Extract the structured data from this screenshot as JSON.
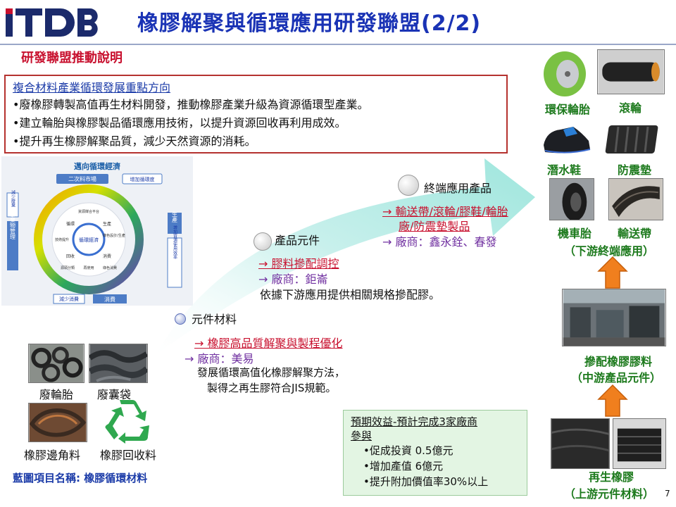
{
  "header": {
    "logo_text": "ITDB",
    "title": "橡膠解聚與循環應用研發聯盟(2/2)",
    "section": "研發聯盟推動說明"
  },
  "direction": {
    "title": "複合材料產業循環發展重點方向",
    "items": [
      "•廢橡膠轉製高值再生材料開發，推動橡膠產業升級為資源循環型產業。",
      "•建立輪胎與橡膠製品循環應用技術，以提升資源回收再利用成效。",
      "•提升再生橡膠解聚品質，減少天然資源的消耗。"
    ]
  },
  "cycle": {
    "title": "邁向循環經濟",
    "market": "二次料市場",
    "increase_recycle": "增加循環度",
    "left_side": "減少廢棄",
    "left_main": "廢棄物管理",
    "right_top": "生產",
    "right_main": "增加資源使用效率",
    "bottom": "消費",
    "bottom_left": "減少消費",
    "center": "循環經濟",
    "nodes": [
      "資源媒合平台",
      "循環",
      "生產",
      "綠色設計/生產",
      "消費",
      "綠色消費",
      "再使用",
      "源頭分類",
      "回收",
      "技術提升"
    ]
  },
  "stages": {
    "component": {
      "title": "元件材料",
      "line1": "→  橡膠高品質解聚與製程優化",
      "line2": "→  廠商：美易",
      "line3": "發展循環高值化橡膠解聚方法，",
      "line4": "製得之再生膠符合JIS規範。"
    },
    "product": {
      "title": "產品元件",
      "line1": "→ 膠料摻配調控",
      "line2": "→ 廠商：鉅崙",
      "line3": "依據下游應用提供相關規格摻配膠。"
    },
    "terminal": {
      "title": "終端應用產品",
      "line1a": "→ 輸送帶/滾輪/膠鞋/輪胎",
      "line1b": "廠/防震墊製品",
      "line2": "→ 廠商：鑫永銓、春發"
    }
  },
  "raw_materials": [
    "廢輪胎",
    "廢囊袋",
    "橡膠邊角料",
    "橡膠回收料"
  ],
  "project_name": "藍圖項目名稱: 橡膠循環材料",
  "benefit": {
    "title1": "預期效益-預計完成3家廠商",
    "title2": "參與",
    "items": [
      "•促成投資  0.5億元",
      "•增加產值  6億元",
      "•提升附加價值率30%以上"
    ]
  },
  "right_panel": {
    "products": [
      "環保輪胎",
      "滾輪",
      "潛水鞋",
      "防震墊",
      "機車胎",
      "輸送帶"
    ],
    "downstream": "（下游終端應用）",
    "midstream_name": "摻配橡膠膠料",
    "midstream": "（中游產品元件）",
    "upstream_name": "再生橡膠",
    "upstream": "（上游元件材料）"
  },
  "page_number": "7",
  "colors": {
    "title_blue": "#1a33b5",
    "accent_red": "#c8102e",
    "purple": "#7030a0",
    "green": "#1d7a1d",
    "arrow_orange": "#f07f1e"
  }
}
